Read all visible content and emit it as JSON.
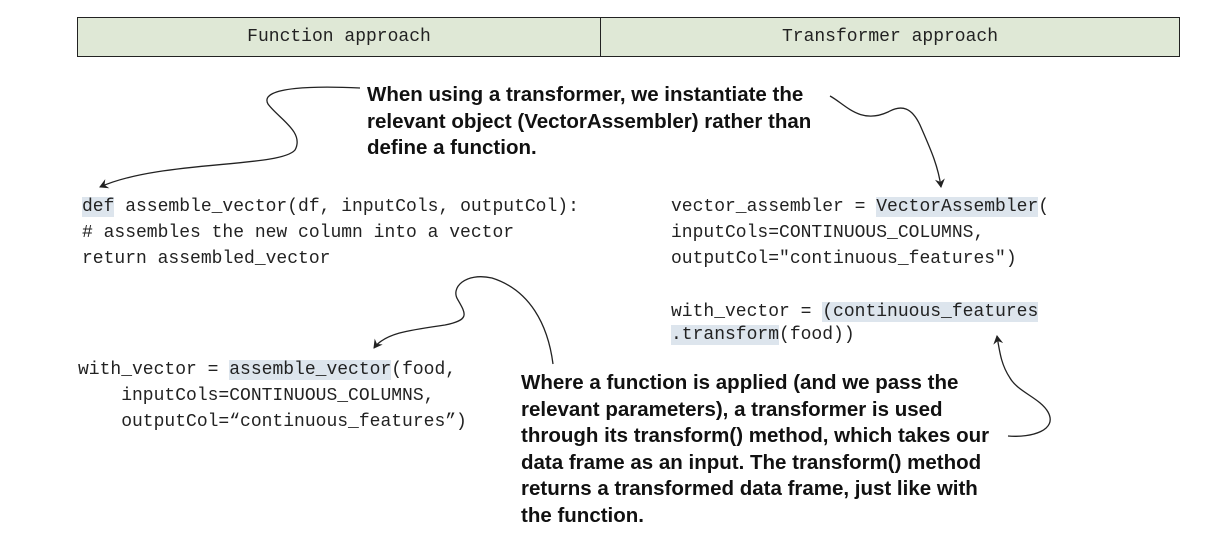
{
  "headers": {
    "function": "Function approach",
    "transformer": "Transformer approach"
  },
  "notes": {
    "top": [
      "When using a transformer, we instantiate the",
      "relevant object (VectorAssembler) rather than",
      "define a function."
    ],
    "bottom": [
      "Where a function is applied (and we pass the",
      "relevant parameters), a transformer is used",
      "through its transform() method, which takes our",
      "data frame as an input. The transform() method",
      "returns a transformed data frame, just like with",
      "the function."
    ]
  },
  "code": {
    "func_def": {
      "kw": "def",
      "rest": " assemble_vector(df, inputCols, outputCol):",
      "comment": "# assembles the new column into a vector",
      "ret": "return assembled_vector"
    },
    "func_call": {
      "prefix": "with_vector = ",
      "fn": "assemble_vector",
      "suffix": "(food,",
      "arg1": "    inputCols=CONTINUOUS_COLUMNS,",
      "arg2": "    outputCol=“continuous_features”)"
    },
    "trans_def": {
      "prefix": "vector_assembler = ",
      "cls": "VectorAssembler",
      "suffix": "(",
      "arg1": "inputCols=CONTINUOUS_COLUMNS,",
      "arg2": "outputCol=\"continuous_features\")"
    },
    "trans_call": {
      "prefix": "with_vector = ",
      "hl1": "(continuous_features",
      "hl2": ".transform",
      "suffix": "(food))"
    }
  },
  "colors": {
    "header_bg": "#dfe8d6",
    "highlight": "#dde5ed"
  }
}
